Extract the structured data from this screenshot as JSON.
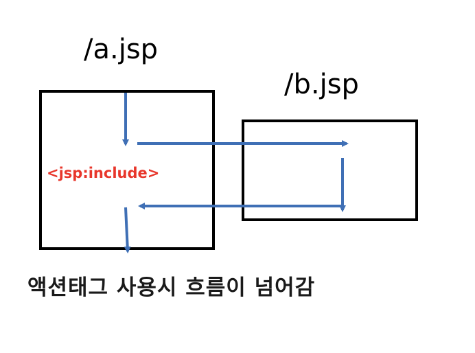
{
  "page_a_label": "/a.jsp",
  "page_b_label": "/b.jsp",
  "include_tag": "<jsp:include>",
  "caption": "액션태그 사용시 흐름이 넘어감",
  "colors": {
    "arrow": "#3f6fb5",
    "include_tag": "#e8362b",
    "box_border": "#000000"
  }
}
